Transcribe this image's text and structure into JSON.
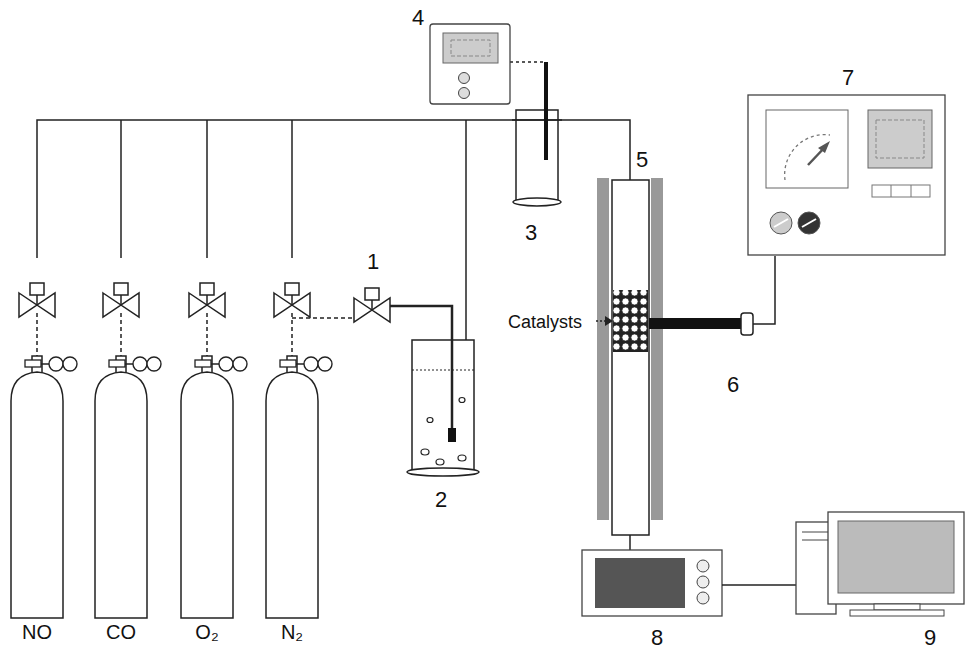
{
  "diagram": {
    "labels": [
      "NO",
      "CO",
      "O₂",
      "N₂",
      "1",
      "2",
      "3",
      "4",
      "5",
      "6",
      "7",
      "8",
      "9",
      "Catalysts"
    ]
  }
}
